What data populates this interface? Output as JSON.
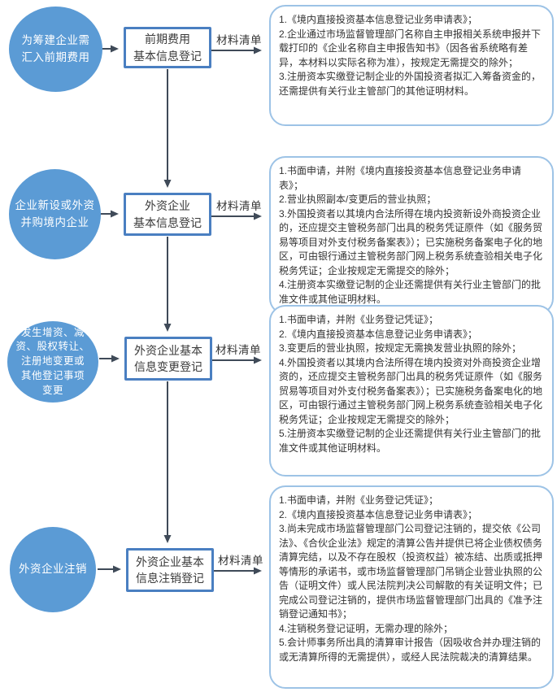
{
  "colors": {
    "circle_fill": "#5B9BD5",
    "circle_text": "#ffffff",
    "step_border": "#4A7FC1",
    "panel_border": "#9DC3E6",
    "arrow": "#3F4A58",
    "body_text": "#333333"
  },
  "flow": {
    "arrow_label": "材料清单",
    "rows": [
      {
        "trigger": "为筹建企业需\n汇入前期费用",
        "step": "前期费用\n基本信息登记",
        "materials": [
          "1.《境内直接投资基本信息登记业务申请表》；",
          "2.企业通过市场监督管理部门名称自主申报相关系统申报并下载打印的《企业名称自主申报告知书》（因各省系统略有差异，本材料以实际名称为准），按规定无需提交的除外；",
          "3.注册资本实缴登记制企业的外国投资者拟汇入筹备资金的，还需提供有关行业主管部门的其他证明材料。"
        ]
      },
      {
        "trigger": "企业新设或外资\n并购境内企业",
        "step": "外资企业\n基本信息登记",
        "materials": [
          "1.书面申请，并附《境内直接投资基本信息登记业务申请表》；",
          "2.营业执照副本/变更后的营业执照；",
          "3.外国投资者以其境内合法所得在境内投资新设外商投资企业的，还应提交主管税务部门出具的税务凭证原件（如《服务贸易等项目对外支付税务备案表》）；已实施税务备案电子化的地区，可由银行通过主管税务部门网上税务系统查验相关电子化税务凭证；企业按规定无需提交的除外；",
          "4.注册资本实缴登记制的企业还需提供有关行业主管部门的批准文件或其他证明材料。"
        ]
      },
      {
        "trigger": "发生增资、减\n资、股权转让、\n注册地变更或\n其他登记事项\n变更",
        "step": "外资企业基本\n信息变更登记",
        "materials": [
          "1.书面申请，并附《业务登记凭证》；",
          "2.《境内直接投资基本信息登记业务申请表》；",
          "3.变更后的营业执照，按规定无需换发营业执照的除外；",
          "4.外国投资者以其境内合法所得在境内投资对外商投资企业增资的，还应提交主管税务部门出具的税务凭证原件（如《服务贸易等项目对外支付税务备案表》）；已实施税务备案电化的地区，可由银行通过主管税务部门网上税务系统查验相关电子化税务凭证；企业按规定无需提交的除外；",
          "5.注册资本实缴登记制的企业还需提供有关行业主管部门的批准文件或其他证明材料。"
        ]
      },
      {
        "trigger": "外资企业注销",
        "step": "外资企业基本\n信息注销登记",
        "materials": [
          "1.书面申请，并附《业务登记凭证》；",
          "2.《境内直接投资基本信息登记业务申请表》；",
          "3.尚未完成市场监督管理部门公司登记注销的，提交依《公司法》、《合伙企业法》规定的清算公告并提供已将企业债权债务清算完结，以及不存在股权（投资权益）被冻结、出质或抵押等情形的承诺书，或市场监督管理部门吊销企业营业执照的公告（证明文件）或人民法院判决公司解散的有关证明文件；已完成公司登记注销的，提供市场监督管理部门出具的《准予注销登记通知书》；",
          "4.注销税务登记证明，无需办理的除外；",
          "5.会计师事务所出具的清算审计报告（因吸收合并办理注销的或无清算所得的无需提供），或经人民法院裁决的清算结果。"
        ]
      }
    ]
  }
}
